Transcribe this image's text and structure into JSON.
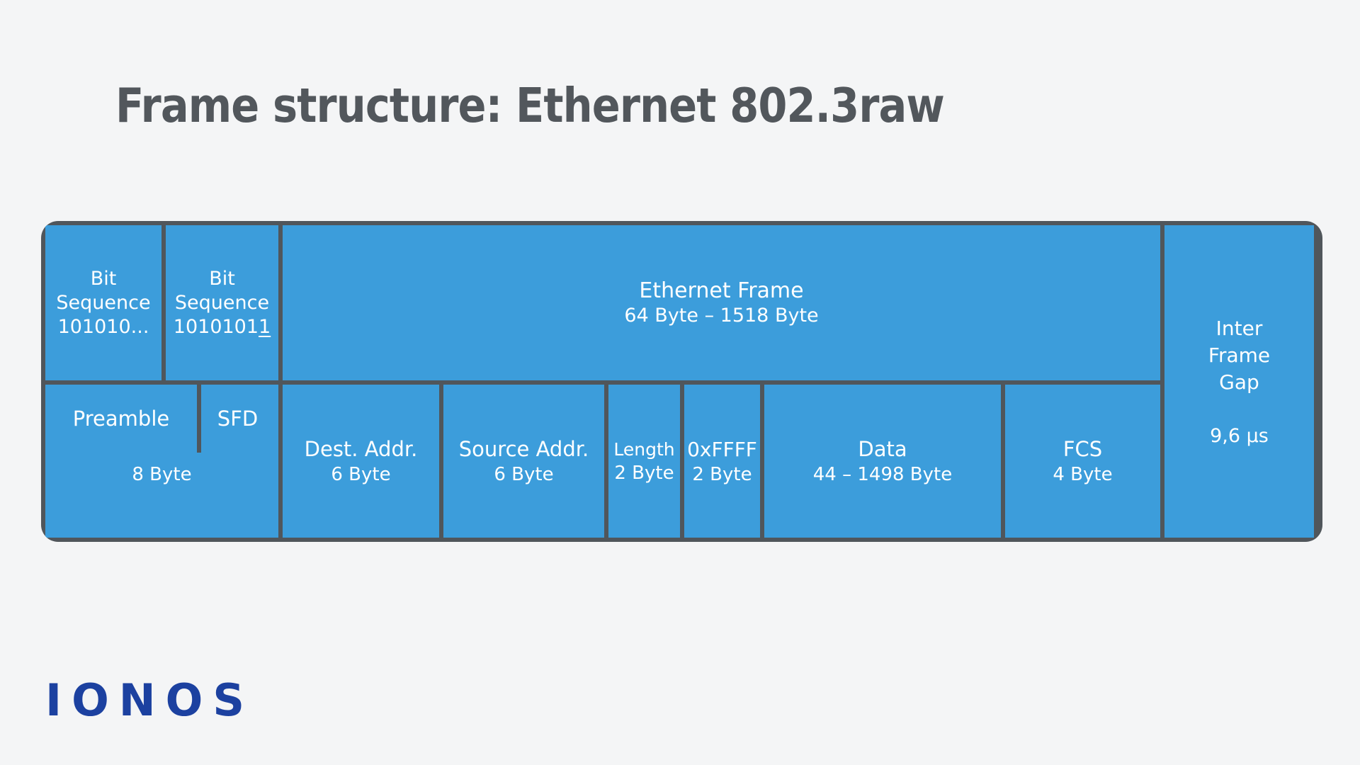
{
  "page": {
    "background": "#f4f5f6"
  },
  "title": {
    "text": "Frame structure: Ethernet 802.3raw",
    "color": "#52575c"
  },
  "diagram": {
    "fill_color": "#3c9ddb",
    "border_color": "#50565b",
    "text_color": "#ffffff",
    "top_row": {
      "bit_sequence_1": {
        "line1": "Bit",
        "line2": "Sequence",
        "line3": "101010..."
      },
      "bit_sequence_2": {
        "line1": "Bit",
        "line2": "Sequence",
        "value_main": "1010101",
        "value_underlined": "1"
      },
      "ethernet_frame": {
        "label": "Ethernet Frame",
        "value": "64 Byte – 1518 Byte"
      }
    },
    "bottom_row": {
      "preamble_sfd": {
        "label_left": "Preamble",
        "label_right": "SFD",
        "value": "8 Byte"
      },
      "dest_addr": {
        "label": "Dest. Addr.",
        "value": "6 Byte"
      },
      "source_addr": {
        "label": "Source Addr.",
        "value": "6 Byte"
      },
      "length": {
        "label": "Length",
        "value": "2 Byte"
      },
      "type_0xffff": {
        "label": "0xFFFF",
        "value": "2 Byte"
      },
      "data": {
        "label": "Data",
        "value": "44 – 1498 Byte"
      },
      "fcs": {
        "label": "FCS",
        "value": "4 Byte"
      }
    },
    "side": {
      "inter_frame_gap": {
        "line1": "Inter",
        "line2": "Frame",
        "line3": "Gap",
        "value": "9,6 µs"
      }
    }
  },
  "footer": {
    "logo_text": "IONOS",
    "logo_color": "#1c41a0"
  }
}
